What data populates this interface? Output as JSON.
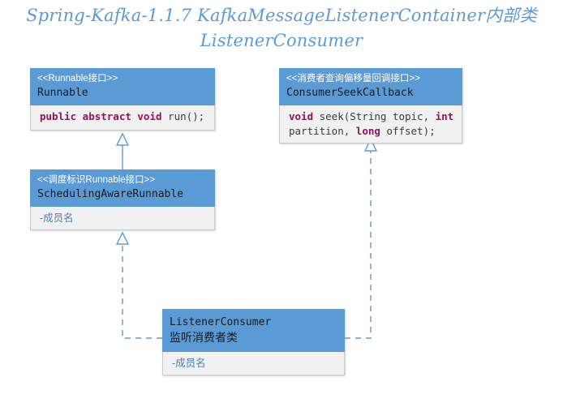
{
  "title": "Spring-Kafka-1.1.7  KafkaMessageListenerContainer内部类\nListenerConsumer",
  "colors": {
    "header_blue": "#5b9bd5",
    "body_gray": "#f1f1f1",
    "keyword_magenta": "#9b1055",
    "member_blue": "#4a7ebb",
    "connector_blue": "#5b9bd5",
    "title_blue": "#5b9bd5"
  },
  "classes": {
    "runnable": {
      "stereotype": "<<Runnable接口>>",
      "name": "Runnable",
      "members": [
        {
          "kw1": "public abstract void",
          "rest": " run();"
        }
      ]
    },
    "seek_callback": {
      "stereotype": "<<消费者查询偏移量回调接口>>",
      "name": "ConsumerSeekCallback",
      "code": {
        "k1": "void",
        "t1": " seek(String topic, ",
        "k2": "int",
        "t2": " partition, ",
        "k3": "long",
        "t3": " offset);"
      }
    },
    "scheduling_aware_runnable": {
      "stereotype": "<<调度标识Runnable接口>>",
      "name": "SchedulingAwareRunnable",
      "member": "-成员名"
    },
    "listener_consumer": {
      "name": "ListenerConsumer",
      "subname": "监听消费者类",
      "member": "-成员名"
    }
  },
  "connectors": [
    {
      "name": "runnable-realization",
      "from": "SchedulingAwareRunnable",
      "to": "Runnable",
      "style": "solid",
      "arrow": "hollow-triangle"
    },
    {
      "name": "scheduling-realization",
      "from": "ListenerConsumer",
      "to": "SchedulingAwareRunnable",
      "style": "dashed",
      "arrow": "hollow-triangle"
    },
    {
      "name": "seekcallback-realization",
      "from": "ListenerConsumer",
      "to": "ConsumerSeekCallback",
      "style": "dashed",
      "arrow": "hollow-triangle"
    }
  ]
}
